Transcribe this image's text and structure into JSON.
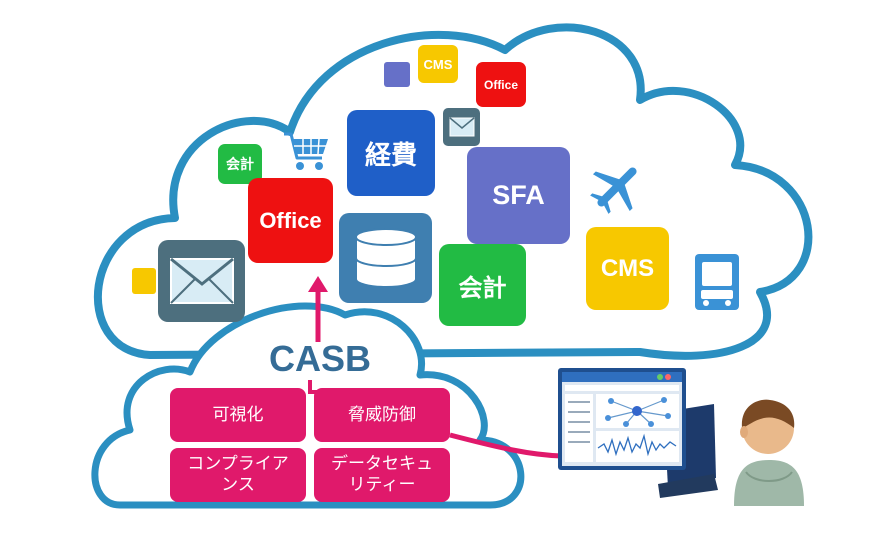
{
  "colors": {
    "cloud_outline": "#2b8fc1",
    "feature_pink": "#e0196b",
    "red": "#ee1111",
    "blue": "#1f5fc8",
    "purple": "#6670c8",
    "green": "#22bb44",
    "yellow": "#f7c800",
    "slate": "#4d6f7e",
    "steel": "#3f7fb0",
    "sky": "#3a92d6"
  },
  "tiles": {
    "office_small": "Office",
    "cms_small": "CMS",
    "keihi": "経費",
    "kaikei_small": "会計",
    "office_main": "Office",
    "sfa": "SFA",
    "kaikei_main": "会計",
    "cms_main": "CMS"
  },
  "casb": {
    "label": "CASB",
    "features": [
      "可視化",
      "脅威防御",
      "コンプライアンス",
      "データセキュリティー"
    ]
  },
  "icons": [
    "mail-icon",
    "small-mail-icon",
    "shopping-cart-icon",
    "database-icon",
    "airplane-icon",
    "train-icon",
    "monitor-icon",
    "user-icon"
  ]
}
